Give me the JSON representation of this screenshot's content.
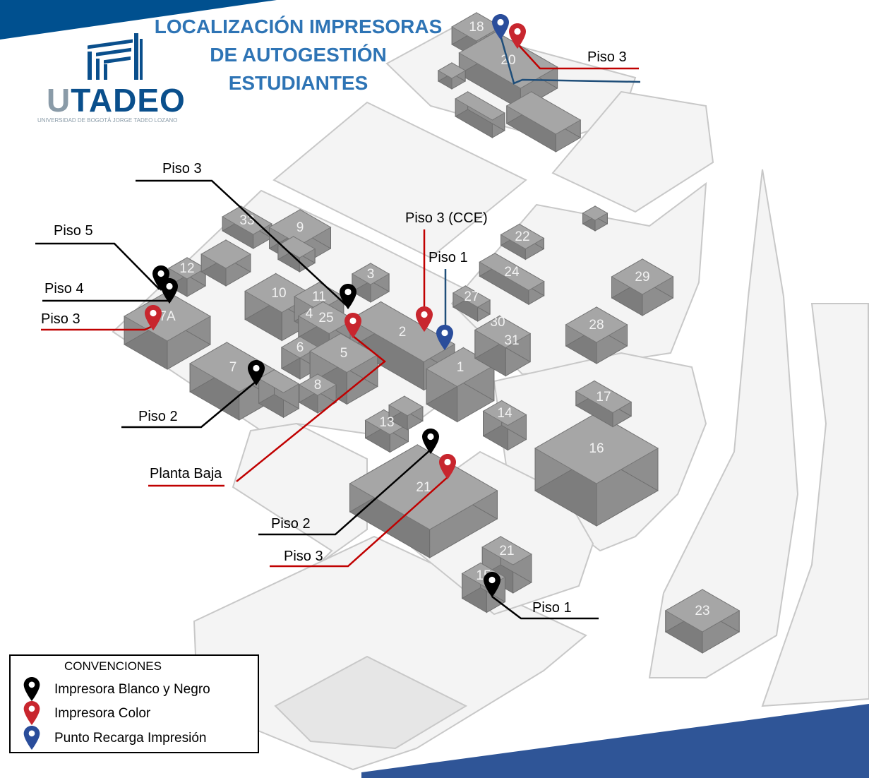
{
  "title": {
    "line1": "LOCALIZACIÓN IMPRESORAS",
    "line2": "DE AUTOGESTIÓN",
    "line3": "ESTUDIANTES"
  },
  "logo": {
    "word_u": "U",
    "word_rest": "TADEO",
    "subtitle": "UNIVERSIDAD DE BOGOTÁ JORGE TADEO LOZANO"
  },
  "colors": {
    "black_pin": "#000000",
    "color_pin": "#c8262e",
    "recharge_pin": "#2a4d9b",
    "brand": "#0a4f8c",
    "title": "#2e74b5"
  },
  "buildings": [
    "18",
    "20",
    "33",
    "9",
    "12",
    "10",
    "11",
    "25",
    "4",
    "3",
    "2",
    "1",
    "7A",
    "7",
    "6",
    "5",
    "8",
    "13",
    "21",
    "21",
    "15",
    "14",
    "16",
    "17",
    "28",
    "29",
    "30",
    "31",
    "27",
    "24",
    "22",
    "23"
  ],
  "callouts": [
    {
      "label": "Piso 3",
      "type": "color"
    },
    {
      "label": "Piso 3",
      "type": "bw"
    },
    {
      "label": "Piso 5",
      "type": "bw"
    },
    {
      "label": "Piso 4",
      "type": "bw"
    },
    {
      "label": "Piso 3",
      "type": "color"
    },
    {
      "label": "Piso 3 (CCE)",
      "type": "color"
    },
    {
      "label": "Piso 1",
      "type": "recharge"
    },
    {
      "label": "Piso 2",
      "type": "bw"
    },
    {
      "label": "Planta Baja",
      "type": "color"
    },
    {
      "label": "Piso 2",
      "type": "bw"
    },
    {
      "label": "Piso 3",
      "type": "color"
    },
    {
      "label": "Piso 1",
      "type": "bw"
    }
  ],
  "legend": {
    "title": "CONVENCIONES",
    "items": [
      {
        "label": "Impresora Blanco y Negro",
        "icon": "map-pin-black"
      },
      {
        "label": "Impresora Color",
        "icon": "map-pin-red"
      },
      {
        "label": "Punto Recarga Impresión",
        "icon": "map-pin-blue"
      }
    ]
  }
}
